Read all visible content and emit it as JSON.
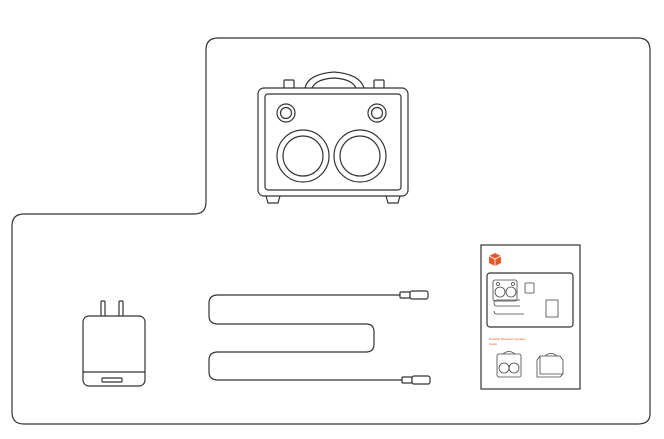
{
  "diagram": {
    "type": "package-contents",
    "items": [
      {
        "name": "speaker",
        "icon": "portable-speaker-icon"
      },
      {
        "name": "power-adapter",
        "icon": "power-adapter-icon"
      },
      {
        "name": "cable-1",
        "icon": "usb-cable-icon"
      },
      {
        "name": "cable-2",
        "icon": "usb-cable-icon"
      },
      {
        "name": "user-manual",
        "icon": "manual-booklet-icon"
      }
    ],
    "manual": {
      "title": "Portable Bluetooth Speaker",
      "subtitle": "Guide"
    },
    "colors": {
      "outline": "#333333",
      "background": "#ffffff",
      "accent": "#e8582a"
    }
  }
}
